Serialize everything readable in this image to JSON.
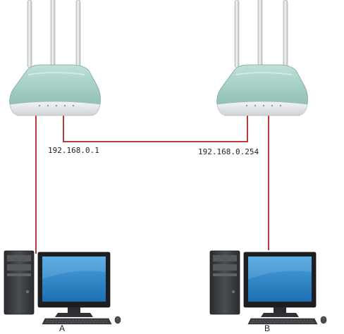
{
  "colors": {
    "link": "#b83a3a",
    "router_body": "#a6cfc7",
    "router_base": "#e4e8e9",
    "antenna": "#d4d7d9",
    "monitor_screen": "#2e86c8",
    "pc_case": "#3a3c40"
  },
  "links": {
    "left_ip": "192.168.0.1",
    "right_ip": "192.168.0.254"
  },
  "computers": {
    "a_label": "A",
    "b_label": "B"
  }
}
